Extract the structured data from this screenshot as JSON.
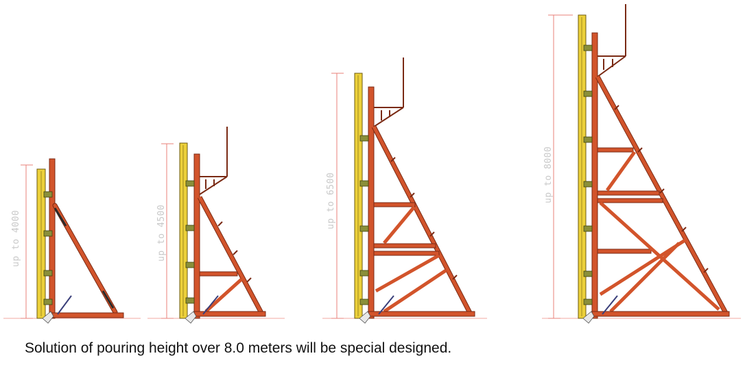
{
  "caption": "Solution of pouring height over 8.0 meters will be special designed.",
  "frames": [
    {
      "label": "up to 4000"
    },
    {
      "label": "up to 4500"
    },
    {
      "label": "up to 6500"
    },
    {
      "label": "up to 8000"
    }
  ],
  "colors": {
    "frame": "#d2542b",
    "frame_dark": "#7a2a14",
    "beam": "#ecd03a",
    "beam_dark": "#6b5a10",
    "dimension": "#e8807a",
    "ground": "#f0a8a0",
    "anchor": "#3a3f7a",
    "coupler": "#8a8f3a"
  }
}
